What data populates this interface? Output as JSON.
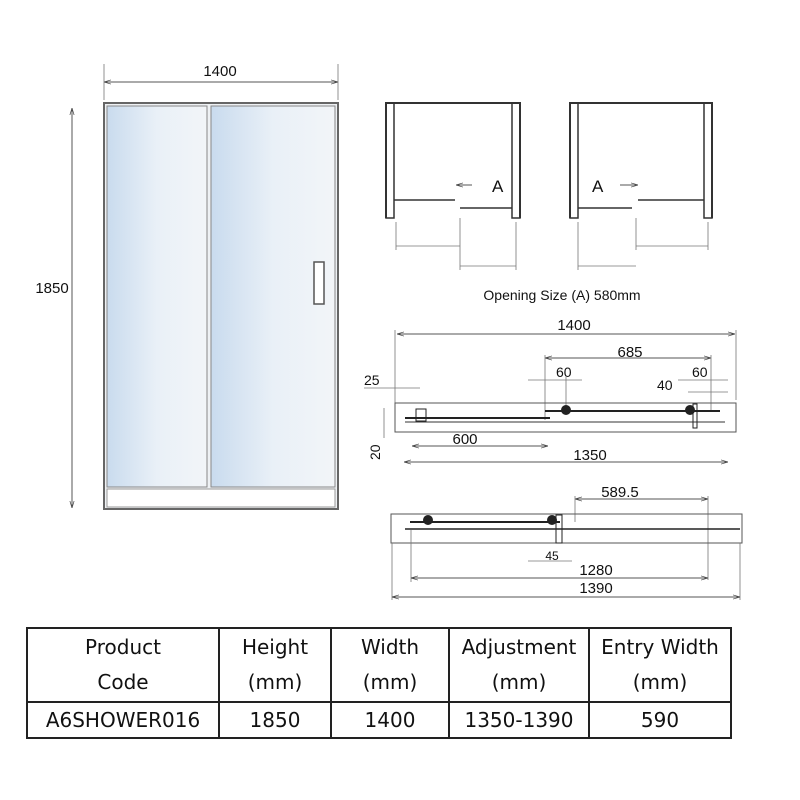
{
  "front_view": {
    "width_label": "1400",
    "height_label": "1850"
  },
  "opening_diagrams": {
    "label_left": "A",
    "label_right": "A",
    "caption": "Opening Size (A) 580mm"
  },
  "plan_top": {
    "d1400": "1400",
    "d685": "685",
    "d60a": "60",
    "d60b": "60",
    "d40": "40",
    "d25": "25",
    "d20": "20",
    "d600": "600",
    "d1350": "1350"
  },
  "plan_bottom": {
    "d589": "589.5",
    "d45": "45",
    "d1280": "1280",
    "d1390": "1390"
  },
  "table": {
    "headers": [
      [
        "Product",
        "Code"
      ],
      [
        "Height",
        "(mm)"
      ],
      [
        "Width",
        "(mm)"
      ],
      [
        "Adjustment",
        "(mm)"
      ],
      [
        "Entry Width",
        "(mm)"
      ]
    ],
    "row": [
      "A6SHOWER016",
      "1850",
      "1400",
      "1350-1390",
      "590"
    ]
  },
  "colors": {
    "glass": "#dfe9f3",
    "frame": "#555555"
  }
}
